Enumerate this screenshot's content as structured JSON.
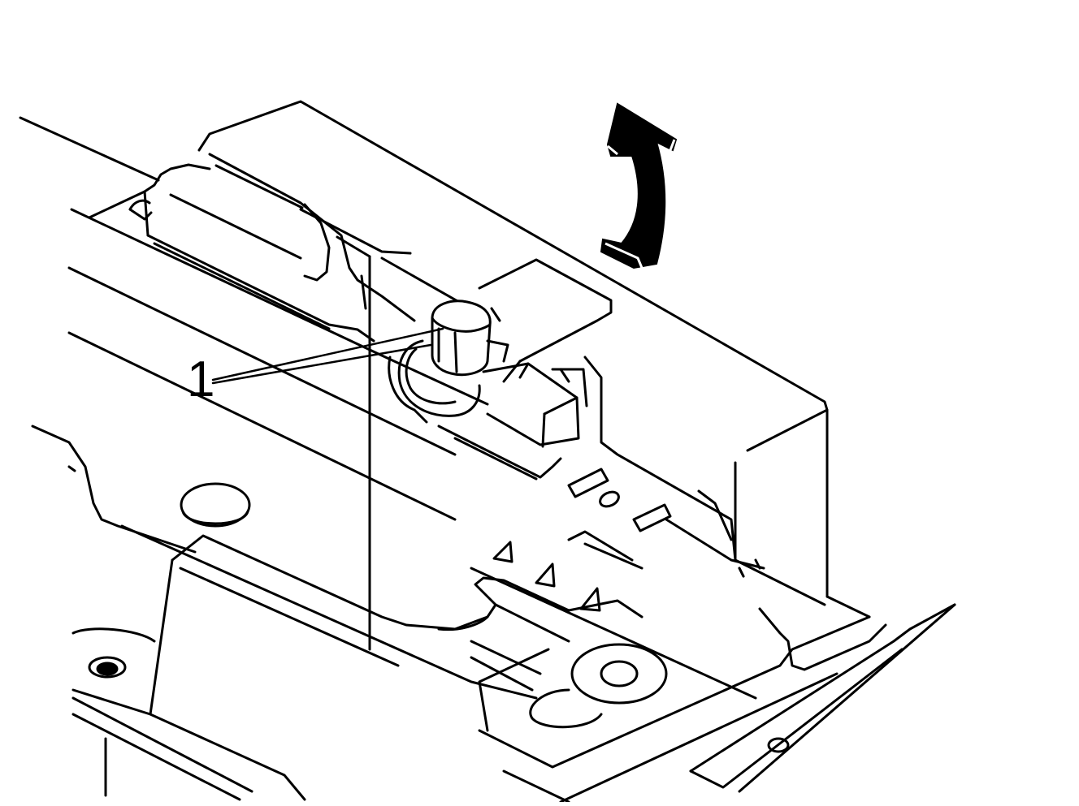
{
  "diagram": {
    "callouts": [
      {
        "id": "callout-1",
        "label": "1",
        "target": "bolt"
      }
    ],
    "arrow": {
      "meaning": "lift-up-rotation"
    }
  },
  "colors": {
    "ink": "#000000",
    "paper": "#ffffff"
  }
}
